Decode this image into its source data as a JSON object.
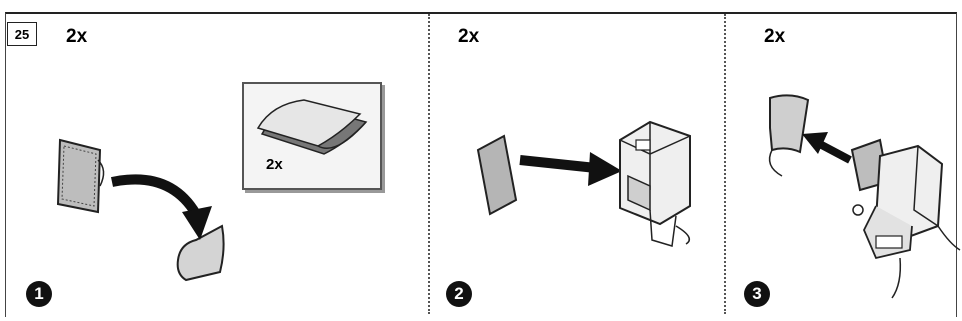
{
  "step_number": "25",
  "panels": [
    {
      "quantity": "2x",
      "badge": "1"
    },
    {
      "quantity": "2x",
      "badge": "2"
    },
    {
      "quantity": "2x",
      "badge": "3"
    }
  ],
  "inset": {
    "quantity": "2x"
  }
}
